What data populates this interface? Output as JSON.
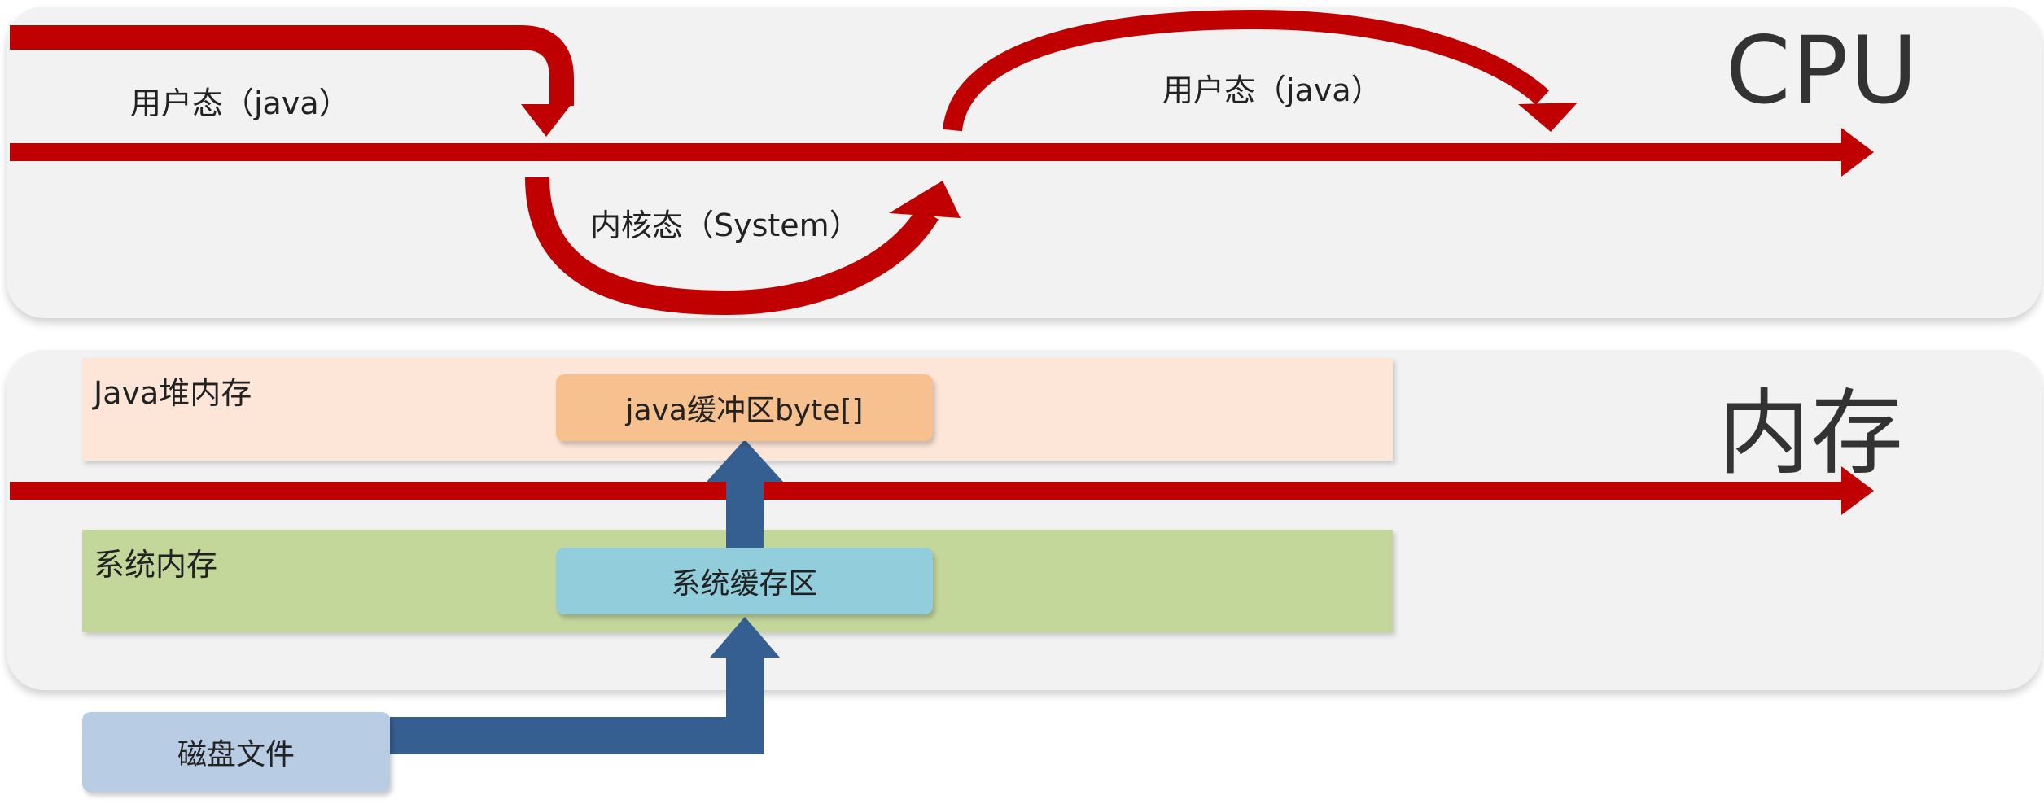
{
  "cpu_panel": {
    "title": "CPU"
  },
  "memory_panel": {
    "title": "内存"
  },
  "labels": {
    "user_mode_1": "用户态（java）",
    "kernel_mode": "内核态（System）",
    "user_mode_2": "用户态（java）"
  },
  "regions": {
    "java_heap": "Java堆内存",
    "system_memory": "系统内存"
  },
  "boxes": {
    "java_buffer": "java缓冲区byte[]",
    "system_cache": "系统缓存区",
    "disk_file": "磁盘文件"
  },
  "colors": {
    "timeline_red": "#c00000",
    "data_flow_blue": "#365f91",
    "panel_bg": "#f2f2f2",
    "java_heap_bg": "#fde6d8",
    "system_memory_bg": "#c4d79b",
    "java_buffer_bg": "#f7c08f",
    "system_cache_bg": "#92cddc",
    "disk_file_bg": "#b8cce4"
  }
}
